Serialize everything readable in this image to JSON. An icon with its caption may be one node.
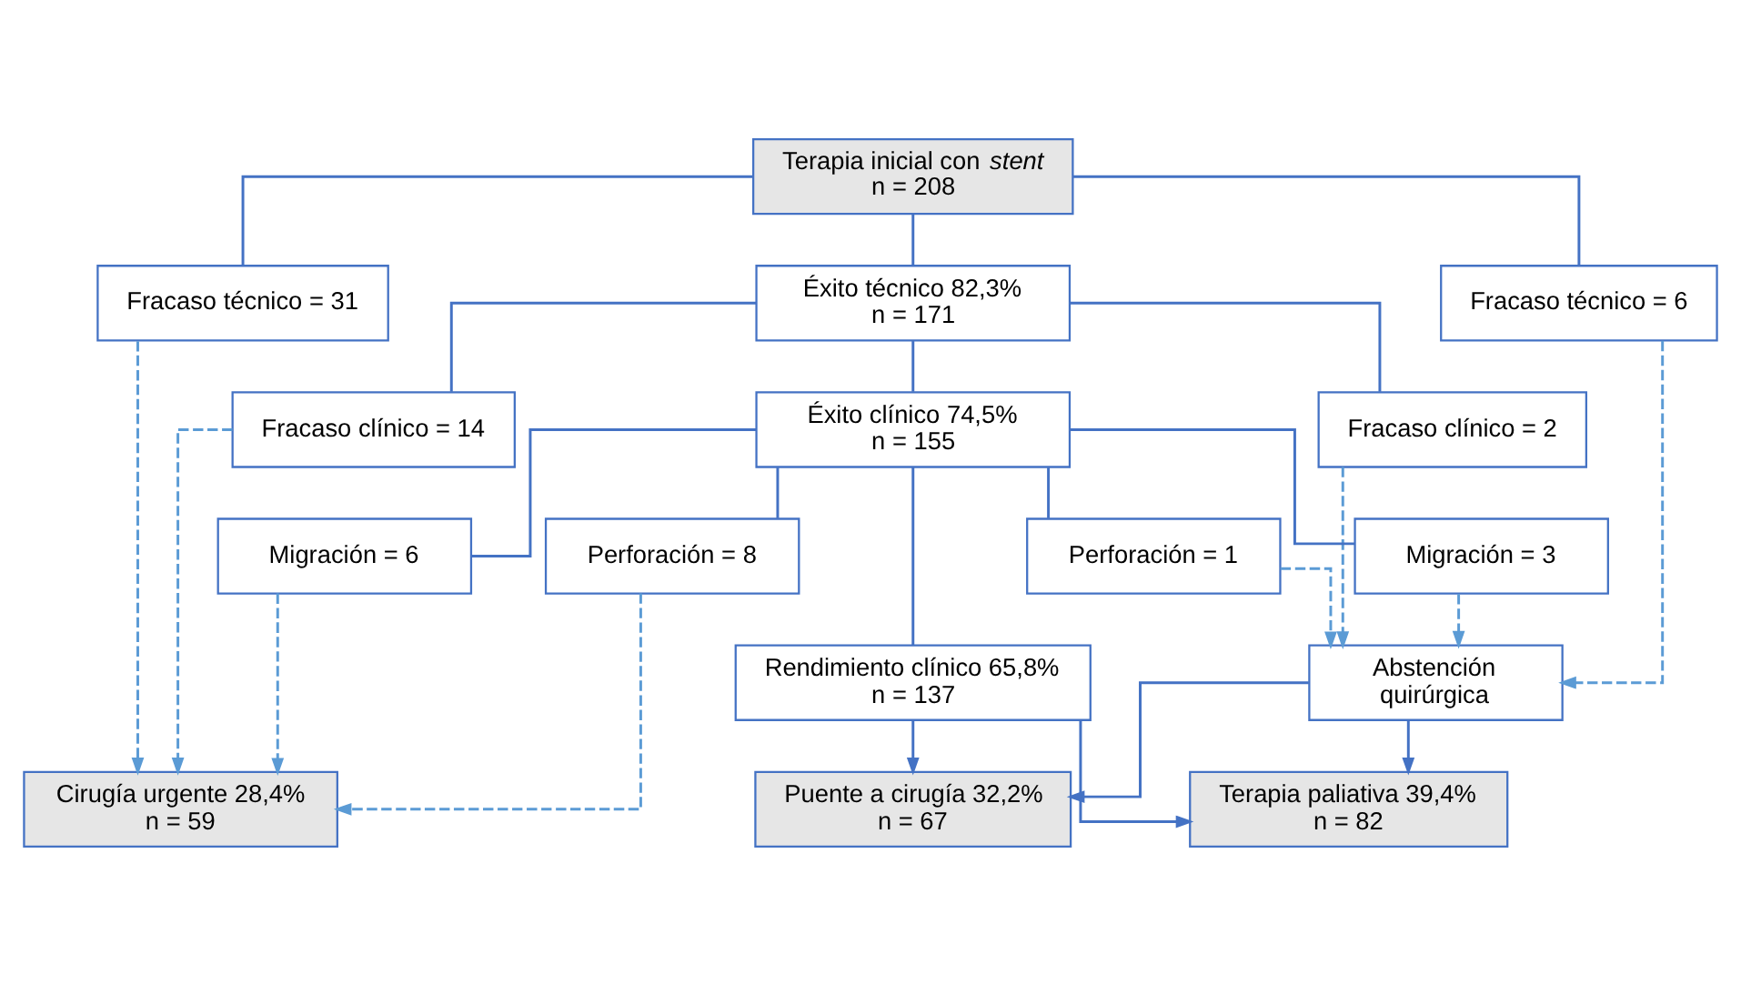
{
  "diagram": {
    "nodes": [
      {
        "text": [
          "Terapia inicial con *stent*",
          "n = 208"
        ]
      },
      {
        "text": [
          "Fracaso técnico = 31"
        ]
      },
      {
        "text": [
          "Fracaso técnico = 6"
        ]
      },
      {
        "text": [
          "Éxito técnico 82,3%",
          "n = 171"
        ]
      },
      {
        "text": [
          "Fracaso clínico = 14"
        ]
      },
      {
        "text": [
          "Fracaso clínico = 2"
        ]
      },
      {
        "text": [
          "Éxito clínico 74,5%",
          "n = 155"
        ]
      },
      {
        "text": [
          "Perforación = 8"
        ]
      },
      {
        "text": [
          "Perforación = 1"
        ]
      },
      {
        "text": [
          "Migración = 6"
        ]
      },
      {
        "text": [
          "Migración = 3"
        ]
      },
      {
        "text": [
          "Rendimiento clínico 65,8%",
          "n = 137"
        ]
      },
      {
        "text": [
          "Abstención quirúrgica"
        ]
      },
      {
        "text": [
          "Cirugía urgente 28,4%",
          "n = 59"
        ]
      },
      {
        "text": [
          "Puente a cirugía 32,2%",
          "n = 67"
        ]
      },
      {
        "text": [
          "Terapia paliativa 39,4%",
          "n = 82"
        ]
      }
    ],
    "edges": [
      {
        "from": 0,
        "to": 1,
        "arrow": "none"
      },
      {
        "from": 0,
        "to": 2,
        "arrow": "none"
      },
      {
        "from": 0,
        "to": 3,
        "arrow": "none"
      },
      {
        "from": 3,
        "to": 4,
        "arrow": "none"
      },
      {
        "from": 3,
        "to": 5,
        "arrow": "none"
      },
      {
        "from": 3,
        "to": 6,
        "arrow": "none"
      },
      {
        "from": 6,
        "to": 7,
        "arrow": "none"
      },
      {
        "from": 6,
        "to": 8,
        "arrow": "none"
      },
      {
        "from": 6,
        "to": 9,
        "arrow": "none"
      },
      {
        "from": 6,
        "to": 10,
        "arrow": "none"
      },
      {
        "from": 6,
        "to": 11,
        "arrow": "none"
      },
      {
        "from": 1,
        "to": 13,
        "arrow": "to",
        "style": "dashed",
        "color": "#5b9bd5"
      },
      {
        "from": 4,
        "to": 13,
        "arrow": "to",
        "style": "dashed",
        "color": "#5b9bd5"
      },
      {
        "from": 7,
        "to": 13,
        "arrow": "to",
        "style": "dashed",
        "color": "#5b9bd5"
      },
      {
        "from": 9,
        "to": 13,
        "arrow": "to",
        "style": "dashed",
        "color": "#5b9bd5"
      },
      {
        "from": 2,
        "to": 12,
        "arrow": "to",
        "style": "dashed",
        "color": "#5b9bd5"
      },
      {
        "from": 5,
        "to": 12,
        "arrow": "to",
        "style": "dashed",
        "color": "#5b9bd5"
      },
      {
        "from": 8,
        "to": 12,
        "arrow": "to",
        "style": "dashed",
        "color": "#5b9bd5"
      },
      {
        "from": 10,
        "to": 12,
        "arrow": "to",
        "style": "dashed",
        "color": "#5b9bd5"
      },
      {
        "from": 11,
        "to": 14,
        "arrow": "to"
      },
      {
        "from": 11,
        "to": 15,
        "arrow": "to"
      },
      {
        "from": 12,
        "to": 14,
        "arrow": "to"
      },
      {
        "from": 12,
        "to": 15,
        "arrow": "to"
      }
    ]
  }
}
